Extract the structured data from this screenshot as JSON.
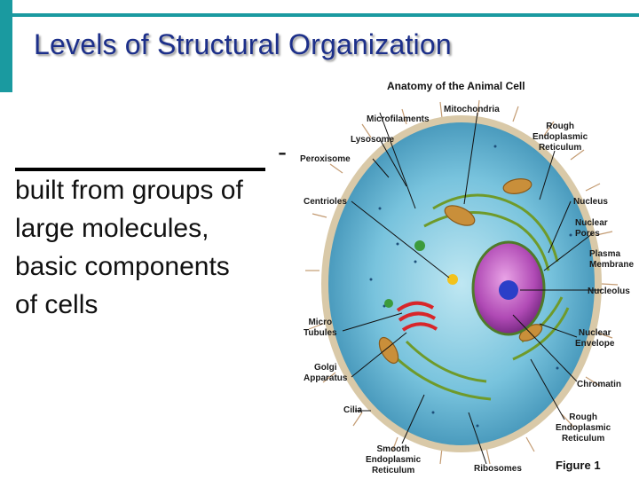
{
  "slide": {
    "title": "Levels of Structural Organization",
    "body": {
      "dash": "-",
      "text_lines": [
        "built from groups of",
        "large molecules,",
        "basic components",
        "of cells"
      ]
    }
  },
  "figure": {
    "title": "Anatomy of the Animal Cell",
    "caption": "Figure 1",
    "labels": {
      "microfilaments": "Microfilaments",
      "mitochondria": "Mitochondria",
      "lysosome": "Lysosome",
      "peroxisome": "Peroxisome",
      "rough_er_top": [
        "Rough",
        "Endoplasmic",
        "Reticulum"
      ],
      "centrioles": "Centrioles",
      "nucleus": "Nucleus",
      "nuclear_pores": [
        "Nuclear",
        "Pores"
      ],
      "plasma_membrane": [
        "Plasma",
        "Membrane"
      ],
      "nucleolus": "Nucleolus",
      "micro_tubules": [
        "Micro",
        "Tubules"
      ],
      "nuclear_envelope": [
        "Nuclear",
        "Envelope"
      ],
      "golgi_apparatus": [
        "Golgi",
        "Apparatus"
      ],
      "chromatin": "Chromatin",
      "cilia": "Cilia",
      "rough_er_bottom": [
        "Rough",
        "Endoplasmic",
        "Reticulum"
      ],
      "smooth_er": [
        "Smooth",
        "Endoplasmic",
        "Reticulum"
      ],
      "ribosomes": "Ribosomes"
    }
  }
}
